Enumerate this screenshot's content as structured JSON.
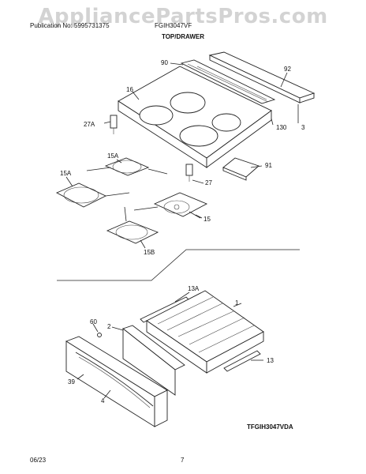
{
  "watermark": "AppliancePartsPros.com",
  "header": {
    "publication": "Publication No: 5995731375",
    "model": "FGIH3047VF",
    "section_title": "TOP/DRAWER"
  },
  "footer": {
    "diagram_code": "TFGIH3047VDA",
    "date": "06/23",
    "page_number": "7"
  },
  "callouts": {
    "c90": "90",
    "c92": "92",
    "c16": "16",
    "c27a": "27A",
    "c130": "130",
    "c3": "3",
    "c15a_top": "15A",
    "c15a_left": "15A",
    "c91": "91",
    "c27": "27",
    "c15": "15",
    "c15b": "15B",
    "c13a": "13A",
    "c1": "1",
    "c60": "60",
    "c2": "2",
    "c13": "13",
    "c39": "39",
    "c4": "4"
  }
}
